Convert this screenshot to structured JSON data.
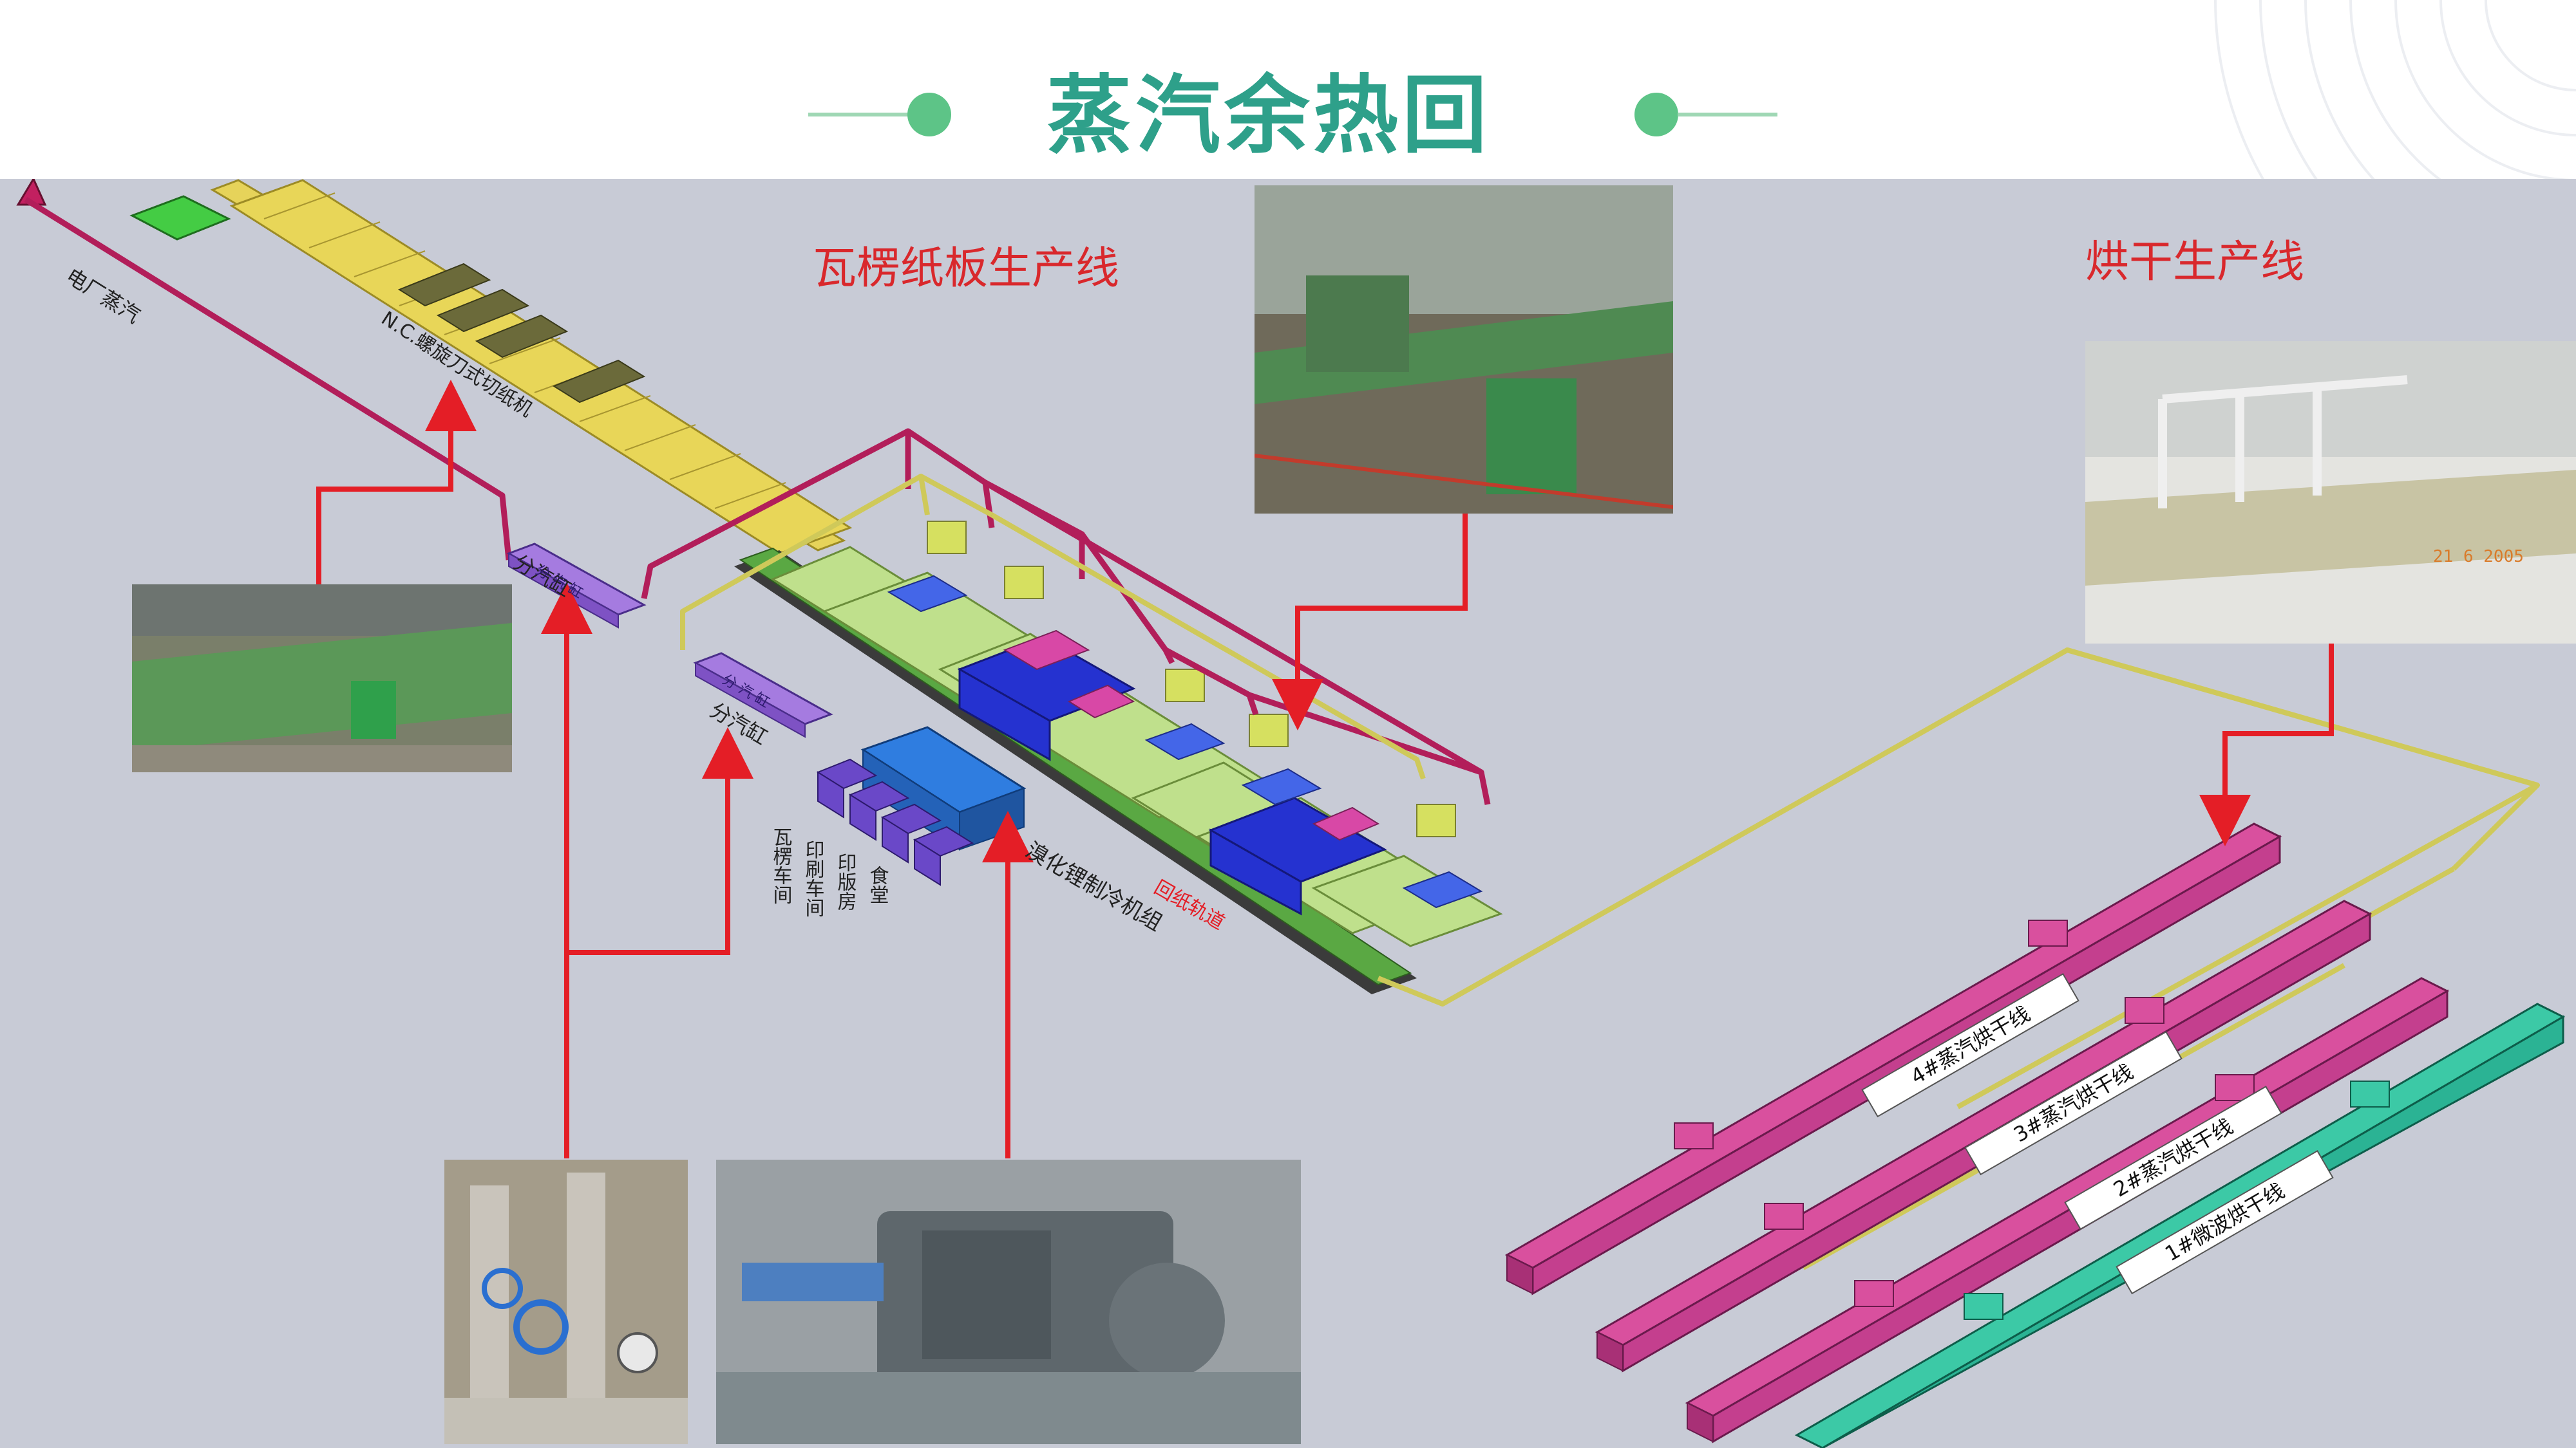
{
  "title": "蒸汽余热回用",
  "colors": {
    "title_green": "#2ea08a",
    "canvas": "#c8cbd6",
    "steam_pipe": "#b21e5a",
    "return_pipe": "#cfc95a",
    "arrow_red": "#e41e26",
    "dryer_magenta": "#c43f8e",
    "dryer_teal": "#2bb394",
    "machine_green": "#bfe08c",
    "machine_blue": "#2532d0",
    "header_purple": "#a57be0",
    "chiller_blue": "#2f7de0"
  },
  "sections": {
    "corrugated_line": "瓦楞纸板生产线",
    "drying_line": "烘干生产线"
  },
  "labels": {
    "plant_steam": "电厂蒸汽",
    "nc_cutter": "N.C.螺旋刀式切纸机",
    "steam_header_1": "分汽缸",
    "steam_header_2": "分汽缸",
    "header_tag_1": "分 汽 缸",
    "header_tag_2": "分 汽 缸",
    "chiller": "溴化锂制冷机组",
    "return_track": "回纸轨道",
    "workshop_1": "瓦楞车间",
    "workshop_2": "印刷车间",
    "workshop_3": "印版房",
    "workshop_4": "食堂"
  },
  "dryers": [
    {
      "label": "4#蒸汽烘干线"
    },
    {
      "label": "3#蒸汽烘干线"
    },
    {
      "label": "2#蒸汽烘干线"
    },
    {
      "label": "1#微波烘干线"
    }
  ],
  "photo_texts": {
    "dryer_photo_date": "21 6 2005"
  }
}
